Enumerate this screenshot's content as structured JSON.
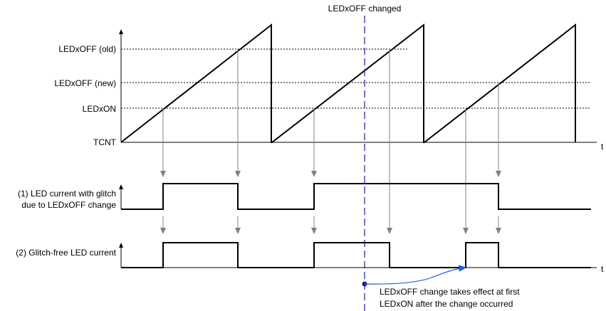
{
  "title": "LEDxOFF changed",
  "levels": {
    "off_old": "LEDxOFF (old)",
    "off_new": "LEDxOFF (new)",
    "on": "LEDxON",
    "tcnt": "TCNT"
  },
  "time_label": "t",
  "signals": {
    "glitch_line1": "(1) LED current with glitch",
    "glitch_line2": "due to LEDxOFF change",
    "glitch_free": "(2) Glitch-free LED current"
  },
  "note": {
    "line1": "LEDxOFF change takes effect at first",
    "line2": "LEDxON after the change occurred"
  },
  "colors": {
    "line": "#000000",
    "arrow": "#808080",
    "marker": "#1a1aa6",
    "note_arrow": "#1f5fd6"
  }
}
